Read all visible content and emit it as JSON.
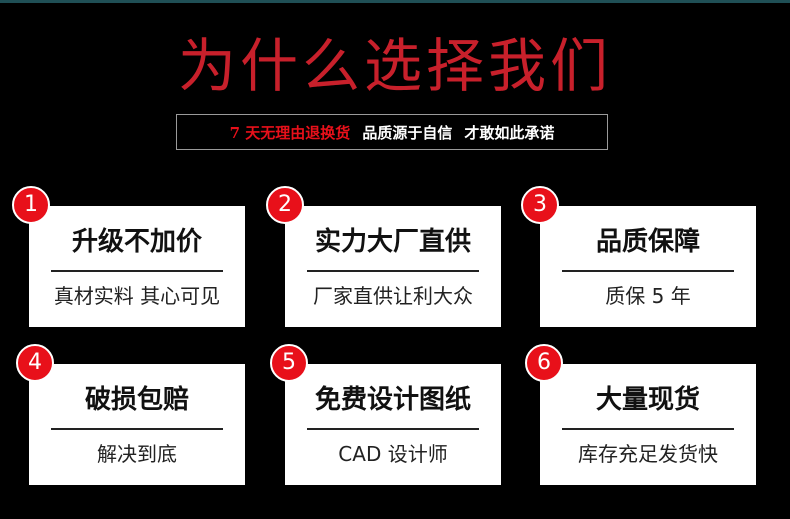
{
  "headline": "为什么选择我们",
  "subtitle": {
    "red_part": "7 天无理由退换货",
    "part2": "品质源于自信",
    "part3": "才敢如此承诺"
  },
  "colors": {
    "background": "#000000",
    "headline": "#c8202b",
    "accent_red": "#e8101a",
    "card": "#ffffff",
    "subtitle_white": "#ffffff"
  },
  "cards": [
    {
      "number": "1",
      "title": "升级不加价",
      "desc": "真材实料 其心可见"
    },
    {
      "number": "2",
      "title": "实力大厂直供",
      "desc": "厂家直供让利大众"
    },
    {
      "number": "3",
      "title": "品质保障",
      "desc": "质保 5 年"
    },
    {
      "number": "4",
      "title": "破损包赔",
      "desc": "解决到底"
    },
    {
      "number": "5",
      "title": "免费设计图纸",
      "desc": "CAD 设计师"
    },
    {
      "number": "6",
      "title": "大量现货",
      "desc": "库存充足发货快"
    }
  ]
}
